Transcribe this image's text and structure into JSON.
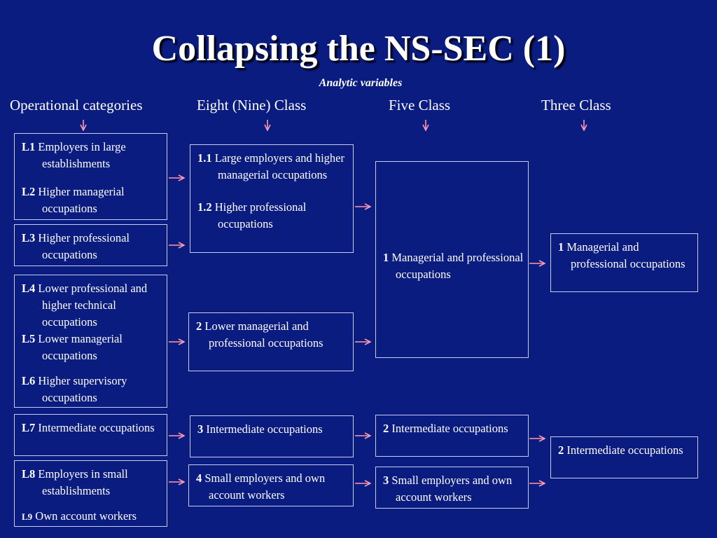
{
  "title": "Collapsing the NS-SEC (1)",
  "subtitle": "Analytic variables",
  "columns": [
    "Operational categories",
    "Eight (Nine) Class",
    "Five Class",
    "Three Class"
  ],
  "operational": [
    {
      "code": "L1",
      "label": "Employers in large establishments"
    },
    {
      "code": "L2",
      "label": "Higher managerial occupations"
    },
    {
      "code": "L3",
      "label": "Higher professional occupations"
    },
    {
      "code": "L4",
      "label": "Lower professional and higher technical occupations"
    },
    {
      "code": "L5",
      "label": "Lower managerial occupations"
    },
    {
      "code": "L6",
      "label": "Higher supervisory occupations"
    },
    {
      "code": "L7",
      "label": "Intermediate occupations"
    },
    {
      "code": "L8",
      "label": "Employers in small establishments"
    },
    {
      "code": "L9",
      "label": "Own account workers"
    }
  ],
  "eight_class": [
    {
      "code": "1.1",
      "label": "Large employers and higher managerial occupations"
    },
    {
      "code": "1.2",
      "label": "Higher professional occupations"
    },
    {
      "code": "2",
      "label": "Lower managerial and professional occupations"
    },
    {
      "code": "3",
      "label": "Intermediate occupations"
    },
    {
      "code": "4",
      "label": "Small employers and own account workers"
    }
  ],
  "five_class": [
    {
      "code": "1",
      "label": "Managerial and professional occupations"
    },
    {
      "code": "2",
      "label": "Intermediate occupations"
    },
    {
      "code": "3",
      "label": "Small employers and own account workers"
    }
  ],
  "three_class": [
    {
      "code": "1",
      "label": "Managerial and professional occupations"
    },
    {
      "code": "2",
      "label": "Intermediate occupations"
    }
  ],
  "colors": {
    "background": "#0a1c80",
    "arrow": "#ff9ab0",
    "box_border": "#c8ccf0"
  }
}
